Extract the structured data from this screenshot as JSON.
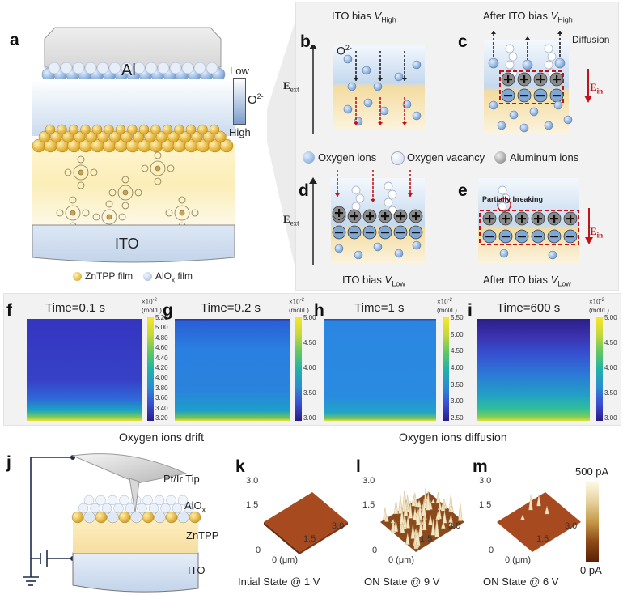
{
  "panel_letters": [
    "a",
    "b",
    "c",
    "d",
    "e",
    "f",
    "g",
    "h",
    "i",
    "j",
    "k",
    "l",
    "m"
  ],
  "panel_a": {
    "al_label": "Al",
    "ito_label": "ITO",
    "scale_low": "Low",
    "scale_high": "High",
    "scale_species": "O",
    "scale_species_sup": "2-",
    "legend_zntpp": "ZnTPP film",
    "legend_alox": "AlO",
    "legend_alox_sub": "x",
    "legend_alox_rest": " film"
  },
  "panel_b": {
    "title": "ITO bias ",
    "title_v": "V",
    "title_sub": "High",
    "ion_label": "O",
    "ion_sup": "2-",
    "field": "E",
    "field_sub": "ext"
  },
  "panel_c": {
    "title": "After ITO bias ",
    "title_v": "V",
    "title_sub": "High",
    "diffusion": "Diffusion",
    "field": "E",
    "field_sub": "in"
  },
  "panel_d": {
    "title": "ITO bias ",
    "title_v": "V",
    "title_sub": "Low",
    "field": "E",
    "field_sub": "ext"
  },
  "panel_e": {
    "title": "After ITO bias ",
    "title_v": "V",
    "title_sub": "Low",
    "partial": "Partially breaking",
    "field": "E",
    "field_sub": "in"
  },
  "legend_mid": {
    "oxygen_ions": "Oxygen ions",
    "oxygen_vacancy": "Oxygen vacancy",
    "aluminum_ions": "Aluminum ions"
  },
  "sim": {
    "unit_exp": "×10",
    "unit_exp_sup": "-2",
    "unit": "(mol/L)",
    "panels": [
      {
        "time": "Time=0.1 s",
        "ticks": [
          "5.20",
          "5.00",
          "4.80",
          "4.60",
          "4.40",
          "4.20",
          "4.00",
          "3.80",
          "3.60",
          "3.40",
          "3.20"
        ]
      },
      {
        "time": "Time=0.2 s",
        "ticks": [
          "5.00",
          "4.50",
          "4.00",
          "3.50",
          "3.00"
        ]
      },
      {
        "time": "Time=1 s",
        "ticks": [
          "5.50",
          "5.00",
          "4.50",
          "4.00",
          "3.50",
          "3.00",
          "2.50"
        ]
      },
      {
        "time": "Time=600 s",
        "ticks": [
          "5.00",
          "4.50",
          "4.00",
          "3.50",
          "3.00"
        ]
      }
    ],
    "caption_drift": "Oxygen ions drift",
    "caption_diffusion": "Oxygen ions diffusion"
  },
  "panel_j": {
    "tip": "Pt/Ir Tip",
    "alox": "AlO",
    "alox_sub": "x",
    "zntpp": "ZnTPP",
    "ito": "ITO"
  },
  "afm": {
    "axis_max": "3.0",
    "axis_mid": "1.5",
    "axis_zero": "0",
    "axis_unit": "0 (μm)",
    "panels": [
      {
        "caption": "Intial State @ 1 V"
      },
      {
        "caption": "ON State @ 9 V"
      },
      {
        "caption": "ON State @ 6 V"
      }
    ],
    "scale_max": "500 pA",
    "scale_min": "0 pA"
  },
  "colors": {
    "ion": "#7fa8d6",
    "gold": "#f1b93a",
    "plus_red": "#c0141a"
  }
}
